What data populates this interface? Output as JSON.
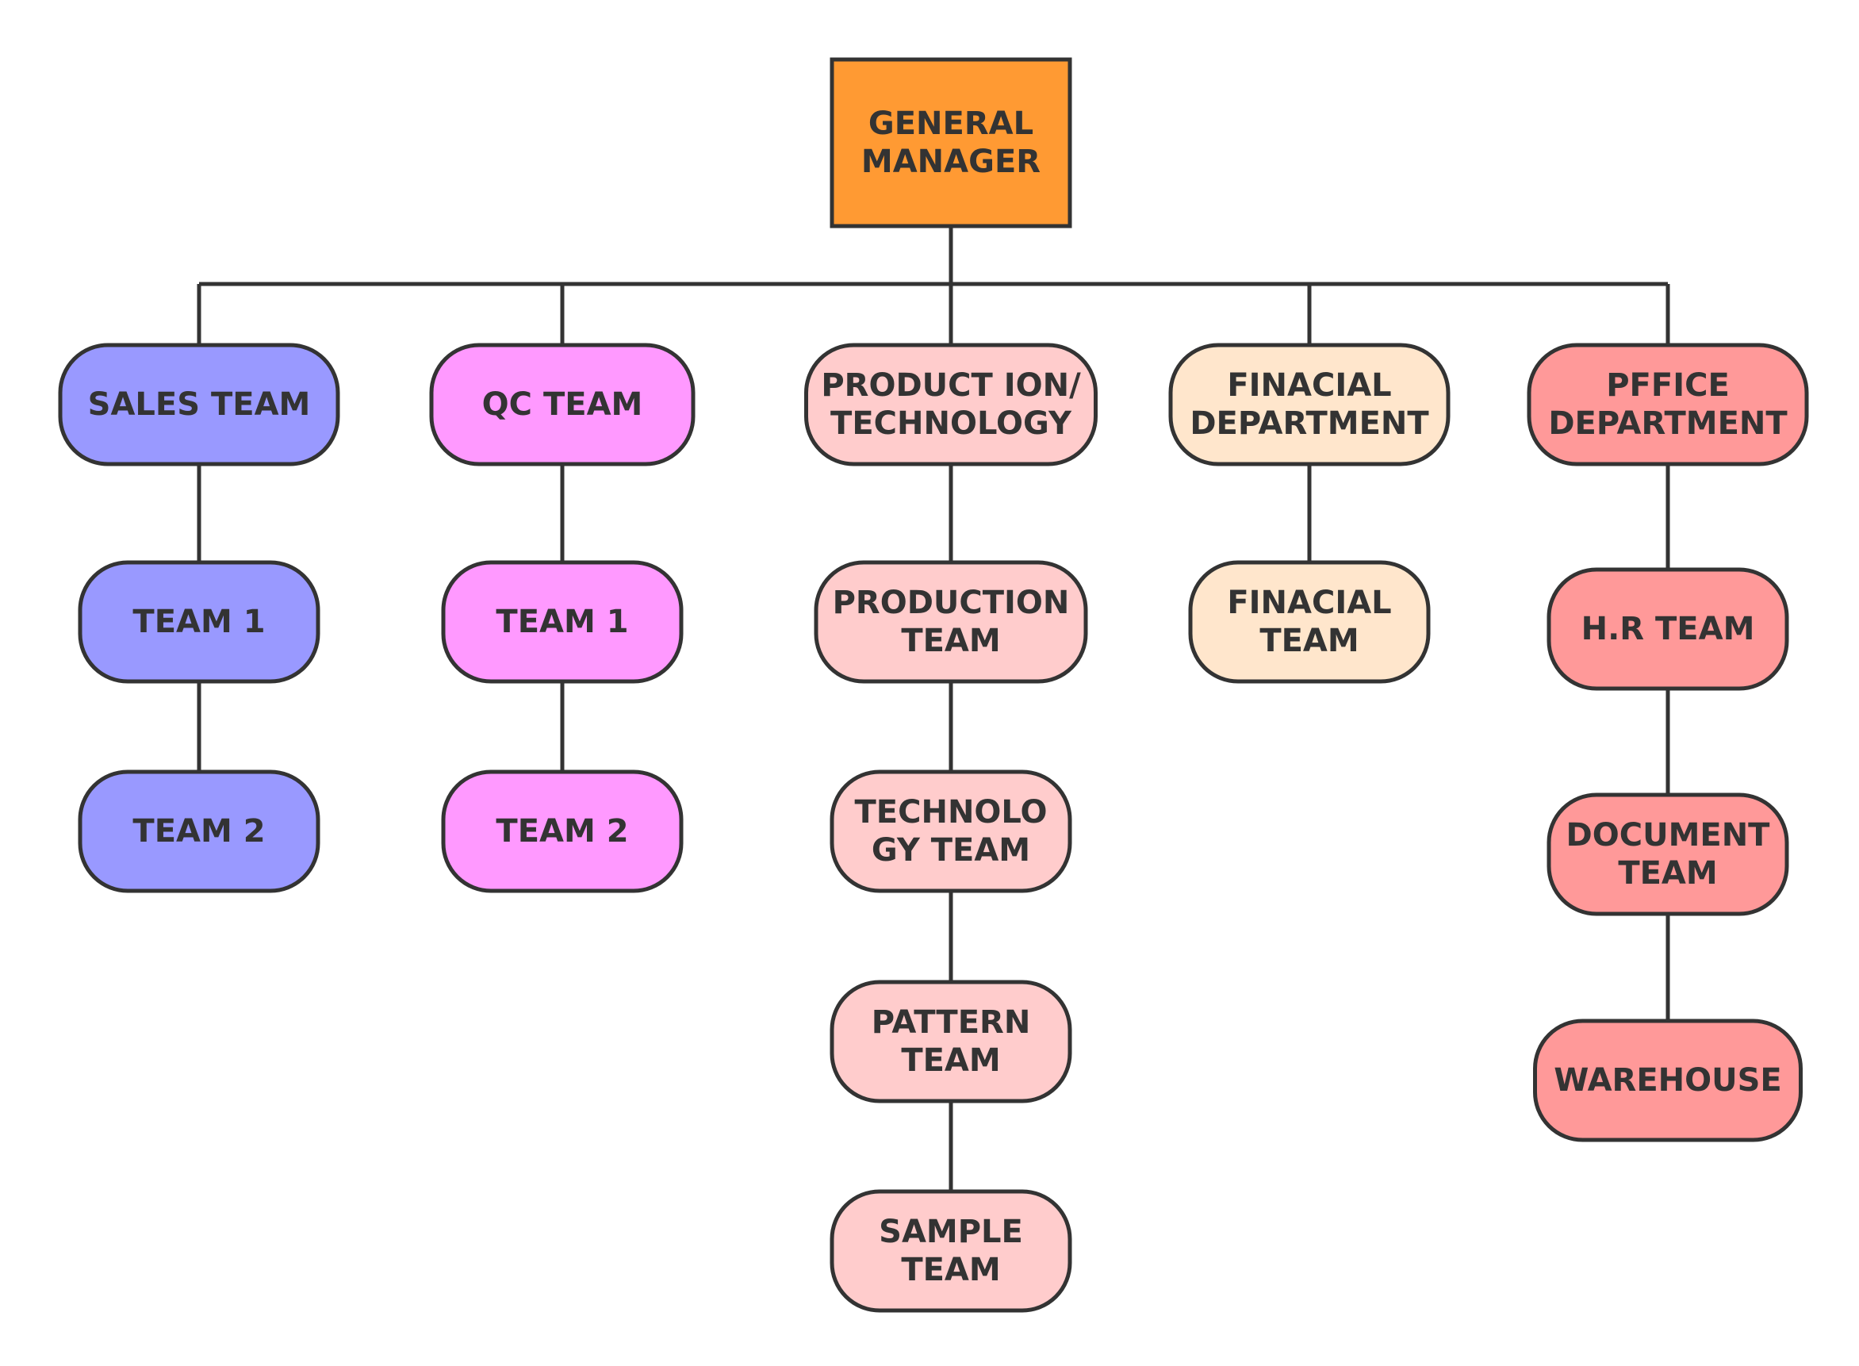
{
  "org_chart": {
    "root": {
      "lines": [
        "GENERAL",
        "MANAGER"
      ],
      "color": "#FF9A33"
    },
    "departments": [
      {
        "key": "sales",
        "lines": [
          "SALES TEAM"
        ],
        "color": "#9999FF",
        "teams": [
          {
            "lines": [
              "TEAM 1"
            ]
          },
          {
            "lines": [
              "TEAM 2"
            ]
          }
        ]
      },
      {
        "key": "qc",
        "lines": [
          "QC TEAM"
        ],
        "color": "#FF99FF",
        "teams": [
          {
            "lines": [
              "TEAM 1"
            ]
          },
          {
            "lines": [
              "TEAM 2"
            ]
          }
        ]
      },
      {
        "key": "production-technology",
        "lines": [
          "PRODUCT ION/",
          "TECHNOLOGY"
        ],
        "color": "#FFCCCC",
        "teams": [
          {
            "lines": [
              "PRODUCTION",
              "TEAM"
            ]
          },
          {
            "lines": [
              "TECHNOLO",
              "GY TEAM"
            ]
          },
          {
            "lines": [
              "PATTERN",
              "TEAM"
            ]
          },
          {
            "lines": [
              "SAMPLE",
              "TEAM"
            ]
          }
        ]
      },
      {
        "key": "financial",
        "lines": [
          "FINACIAL",
          "DEPARTMENT"
        ],
        "color": "#FFE6CC",
        "teams": [
          {
            "lines": [
              "FINACIAL",
              "TEAM"
            ]
          }
        ]
      },
      {
        "key": "office",
        "lines": [
          "PFFICE",
          "DEPARTMENT"
        ],
        "color": "#FF9999",
        "teams": [
          {
            "lines": [
              "H.R TEAM"
            ]
          },
          {
            "lines": [
              "DOCUMENT",
              "TEAM"
            ]
          },
          {
            "lines": [
              "WAREHOUSE"
            ]
          }
        ]
      }
    ],
    "line_color": "#333333"
  }
}
